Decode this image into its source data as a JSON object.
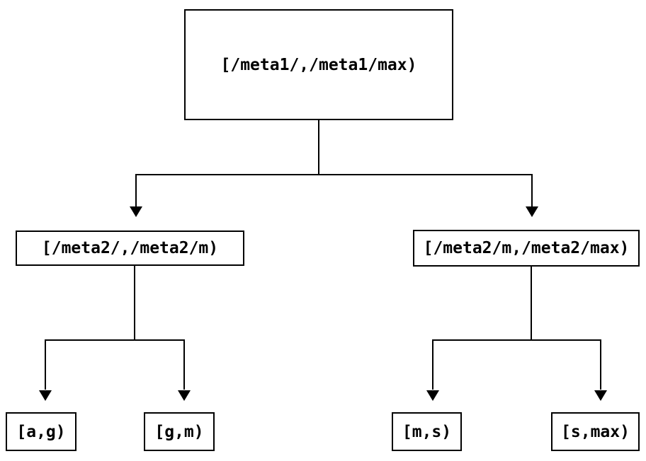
{
  "diagram": {
    "type": "tree",
    "nodes": {
      "root": {
        "label": "[/meta1/,/meta1/max)"
      },
      "left_mid": {
        "label": "[/meta2/,/meta2/m)"
      },
      "right_mid": {
        "label": "[/meta2/m,/meta2/max)"
      },
      "leaf_ag": {
        "label": "[a,g)"
      },
      "leaf_gm": {
        "label": "[g,m)"
      },
      "leaf_ms": {
        "label": "[m,s)"
      },
      "leaf_smax": {
        "label": "[s,max)"
      }
    },
    "edges": [
      {
        "from": "root",
        "to": "left_mid"
      },
      {
        "from": "root",
        "to": "right_mid"
      },
      {
        "from": "left_mid",
        "to": "leaf_ag"
      },
      {
        "from": "left_mid",
        "to": "leaf_gm"
      },
      {
        "from": "right_mid",
        "to": "leaf_ms"
      },
      {
        "from": "right_mid",
        "to": "leaf_smax"
      }
    ],
    "colors": {
      "background": "#ffffff",
      "line": "#000000",
      "box_border": "#000000",
      "text": "#000000"
    }
  }
}
